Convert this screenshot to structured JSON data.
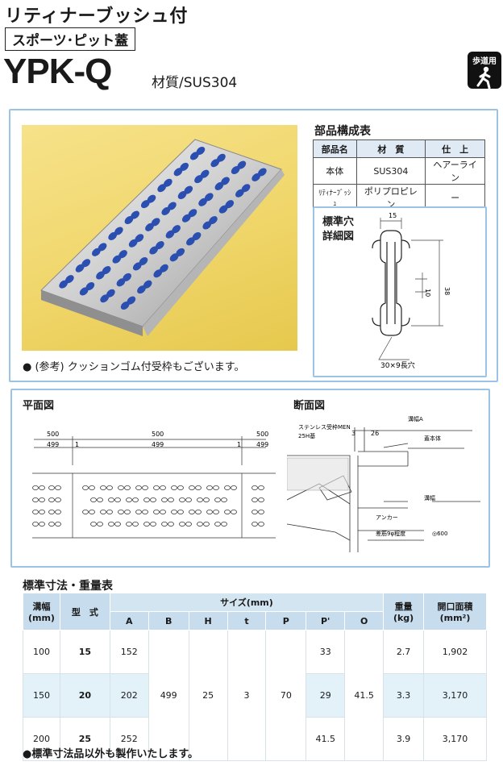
{
  "header": {
    "series": "リティナーブッシュ付",
    "subtitle": "スポーツ･ピット蓋",
    "model": "YPK-Q",
    "material": "材質/SUS304",
    "badge": "歩道用"
  },
  "photo_note": "● (参考) クッションゴム付受枠もございます。",
  "parts": {
    "title": "部品構成表",
    "headers": [
      "部品名",
      "材　質",
      "仕　上"
    ],
    "rows": [
      [
        "本体",
        "SUS304",
        "ヘアーライン"
      ],
      [
        "ﾘﾃｨﾅｰﾌﾞｯｼｭ",
        "ポリプロピレン",
        "ー"
      ]
    ]
  },
  "hole_detail": {
    "title1": "標準穴",
    "title2": "詳細図",
    "dim_width": "15",
    "dim_inner": "10",
    "dim_height": "38",
    "slot_note": "30×9長穴"
  },
  "plan_view": {
    "title": "平面図",
    "dims_top": [
      "500",
      "500",
      "500"
    ],
    "dims_bottom": [
      "499",
      "1",
      "499",
      "1",
      "499"
    ]
  },
  "section_view": {
    "title": "断面図",
    "labels": {
      "bracket": "ステンレス受枠MEN",
      "bracket2": "25H基",
      "d3": "3",
      "d26": "26",
      "width_a": "溝幅A",
      "body": "蓋本体",
      "channel": "溝幅",
      "anchor": "アンカー",
      "rebar": "差筋9φ程度",
      "pitch": "◎600"
    }
  },
  "spec": {
    "title": "標準寸法・重量表",
    "headers": {
      "width": "溝幅\n(mm)",
      "model": "型　式",
      "size": "サイズ(mm)",
      "cols": [
        "A",
        "B",
        "H",
        "t",
        "P",
        "P'",
        "O"
      ],
      "weight": "重量\n(kg)",
      "open": "開口面積\n(mm²)"
    },
    "rows": [
      {
        "width": "100",
        "model": "15",
        "A": "152",
        "Pp": "33",
        "weight": "2.7",
        "open": "1,902"
      },
      {
        "width": "150",
        "model": "20",
        "A": "202",
        "Pp": "29",
        "weight": "3.3",
        "open": "3,170"
      },
      {
        "width": "200",
        "model": "25",
        "A": "252",
        "Pp": "41.5",
        "weight": "3.9",
        "open": "3,170"
      }
    ],
    "shared": {
      "B": "499",
      "H": "25",
      "t": "3",
      "P": "70",
      "O": "41.5"
    },
    "footnote": "●標準寸法品以外も製作いたします。"
  }
}
